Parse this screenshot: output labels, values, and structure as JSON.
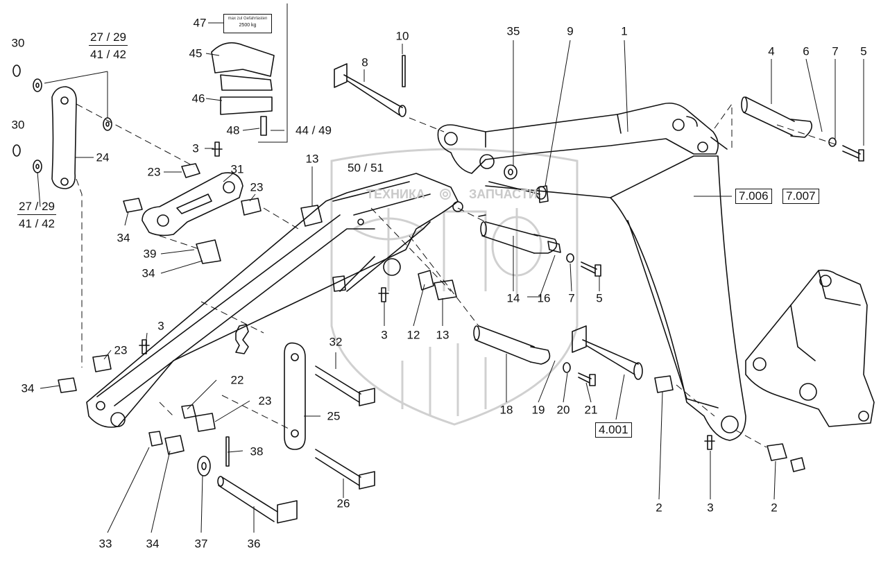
{
  "watermark": {
    "text_left": "ТЕХНИКА",
    "text_right": "ЗАПЧАСТИ",
    "monogram": "ЭПФ"
  },
  "plate": {
    "line1": "max zul Gefahrlasten",
    "line2": "2500 kg"
  },
  "callouts": [
    {
      "text": "47"
    },
    {
      "text": "45"
    },
    {
      "text": "46"
    },
    {
      "text": "48"
    },
    {
      "text": "44 / 49"
    },
    {
      "text": "30"
    },
    {
      "text": "30"
    },
    {
      "text": "24"
    },
    {
      "text": "3"
    },
    {
      "text": "23"
    },
    {
      "text": "31"
    },
    {
      "text": "23"
    },
    {
      "text": "34"
    },
    {
      "text": "39"
    },
    {
      "text": "34"
    },
    {
      "text": "13"
    },
    {
      "text": "50 / 51"
    },
    {
      "text": "10"
    },
    {
      "text": "8"
    },
    {
      "text": "35"
    },
    {
      "text": "9"
    },
    {
      "text": "1"
    },
    {
      "text": "4"
    },
    {
      "text": "6"
    },
    {
      "text": "7"
    },
    {
      "text": "5"
    },
    {
      "text": "14"
    },
    {
      "text": "16"
    },
    {
      "text": "7"
    },
    {
      "text": "5"
    },
    {
      "text": "3"
    },
    {
      "text": "12"
    },
    {
      "text": "13"
    },
    {
      "text": "3"
    },
    {
      "text": "23"
    },
    {
      "text": "34"
    },
    {
      "text": "22"
    },
    {
      "text": "23"
    },
    {
      "text": "32"
    },
    {
      "text": "25"
    },
    {
      "text": "18"
    },
    {
      "text": "19"
    },
    {
      "text": "20"
    },
    {
      "text": "21"
    },
    {
      "text": "38"
    },
    {
      "text": "26"
    },
    {
      "text": "33"
    },
    {
      "text": "34"
    },
    {
      "text": "37"
    },
    {
      "text": "36"
    },
    {
      "text": "2"
    },
    {
      "text": "3"
    },
    {
      "text": "2"
    }
  ],
  "fractions": [
    {
      "top": "27 / 29",
      "bottom": "41 / 42"
    },
    {
      "top": "27 / 29",
      "bottom": "41 / 42"
    }
  ],
  "refs": [
    {
      "text": "7.006"
    },
    {
      "text": "7.007"
    },
    {
      "text": "4.001"
    }
  ]
}
